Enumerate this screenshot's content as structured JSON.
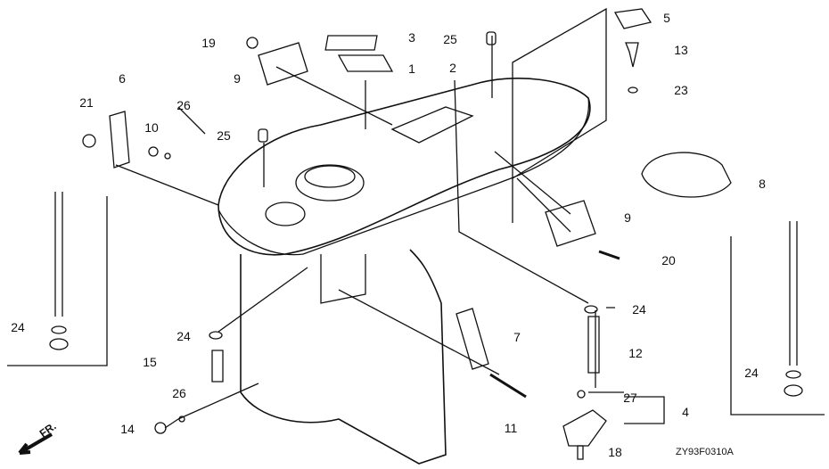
{
  "diagram": {
    "callouts": [
      "3",
      "19",
      "5",
      "25",
      "1",
      "13",
      "9",
      "2",
      "23",
      "6",
      "21",
      "26",
      "10",
      "25",
      "8",
      "9",
      "20",
      "24",
      "24",
      "24",
      "7",
      "12",
      "15",
      "24",
      "27",
      "26",
      "4",
      "11",
      "14",
      "18"
    ],
    "code": "ZY93F0310A",
    "front_marker": "FR."
  }
}
